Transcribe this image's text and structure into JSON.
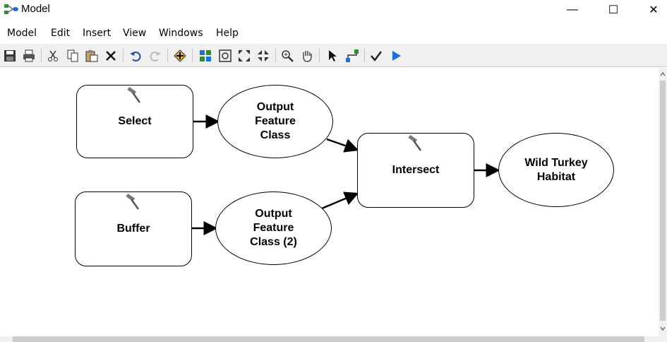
{
  "window": {
    "title": "Model",
    "minimize_glyph": "—",
    "maximize_glyph": "☐",
    "close_glyph": "✕"
  },
  "menu": [
    "Model",
    "Edit",
    "Insert",
    "View",
    "Windows",
    "Help"
  ],
  "toolbar": {
    "icons": [
      "save-icon",
      "print-icon",
      "cut-icon",
      "copy-icon",
      "paste-icon",
      "delete-icon",
      "undo-icon",
      "redo-icon",
      "add-data-icon",
      "auto-layout-icon",
      "full-extent-icon",
      "zoom-in-fixed-icon",
      "zoom-out-fixed-icon",
      "zoom-in-icon",
      "pan-icon",
      "select-icon",
      "connect-icon",
      "validate-icon",
      "run-icon"
    ]
  },
  "model": {
    "tools": [
      {
        "label": "Select"
      },
      {
        "label": "Buffer"
      },
      {
        "label": "Intersect"
      }
    ],
    "data": [
      {
        "label": "Output\nFeature\nClass"
      },
      {
        "label": "Output\nFeature\nClass (2)"
      },
      {
        "label": "Wild Turkey\nHabitat"
      }
    ]
  },
  "colors": {
    "toolbar_bg": "#f0f0f0",
    "run_blue": "#1e6fd9",
    "hammer": "#7a7a7a"
  }
}
